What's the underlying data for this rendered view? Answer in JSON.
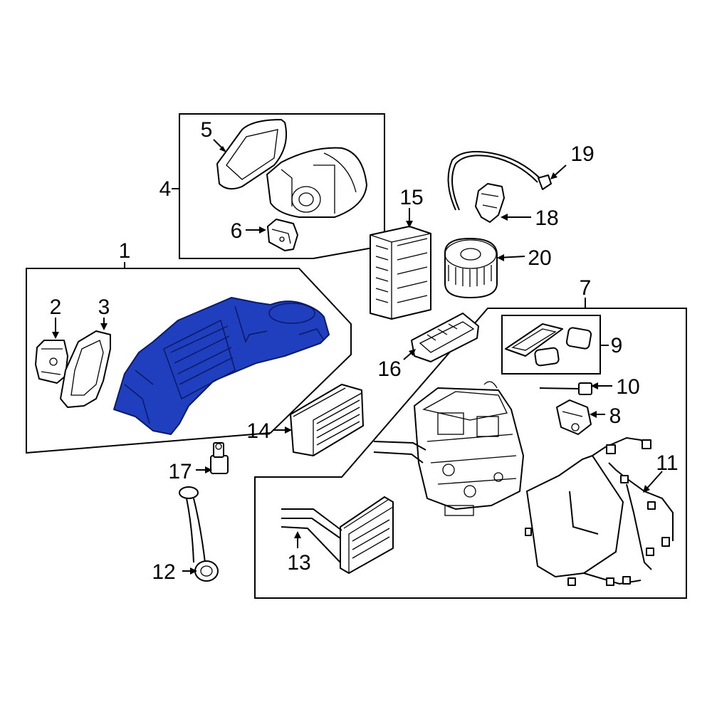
{
  "callouts": {
    "c1": "1",
    "c2": "2",
    "c3": "3",
    "c4": "4",
    "c5": "5",
    "c6": "6",
    "c7": "7",
    "c8": "8",
    "c9": "9",
    "c10": "10",
    "c11": "11",
    "c12": "12",
    "c13": "13",
    "c14": "14",
    "c15": "15",
    "c16": "16",
    "c17": "17",
    "c18": "18",
    "c19": "19",
    "c20": "20"
  },
  "colors": {
    "highlight": "#1f3fbf",
    "line": "#000000",
    "background": "#ffffff"
  },
  "highlighted_part": "1"
}
